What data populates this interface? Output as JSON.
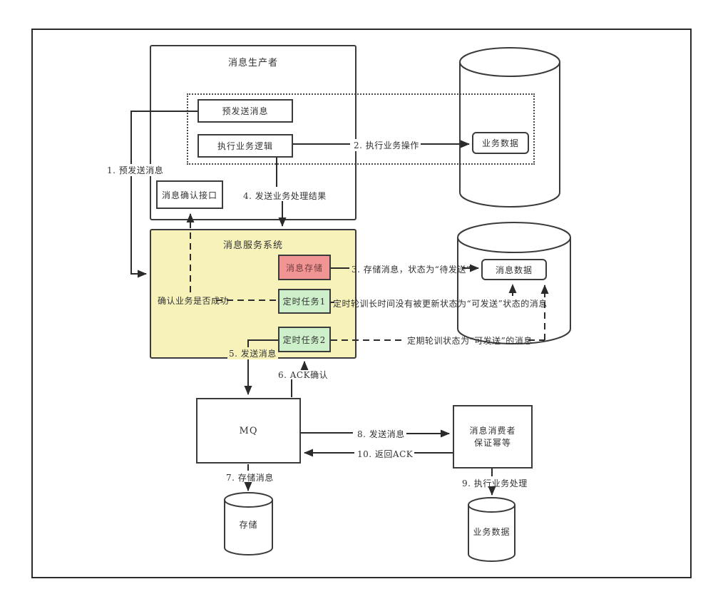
{
  "colors": {
    "service_bg": "#F6F2BA",
    "store_bg": "#F19494",
    "task_bg": "#CDF0CA",
    "store_text": "#6E3C3C",
    "line": "#3b3b3b"
  },
  "producer": {
    "title": "消息生产者",
    "pre_send": "预发送消息",
    "exec_logic": "执行业务逻辑"
  },
  "confirm_api": "消息确认接口",
  "service": {
    "title": "消息服务系统",
    "msg_store": "消息存储",
    "task1": "定时任务1",
    "task2": "定时任务2"
  },
  "databases": {
    "biz_top": "业务数据",
    "msg_data": "消息数据",
    "storage": "存储",
    "biz_bottom": "业务数据"
  },
  "mq": "MQ",
  "consumer": {
    "line1": "消息消费者",
    "line2": "保证幂等"
  },
  "flow_labels": {
    "f1": "1. 预发送消息",
    "f2": "2. 执行业务操作",
    "f3": "3. 存储消息，状态为“待发送”",
    "f4": "4. 发送业务处理结果",
    "f5": "5. 发送消息",
    "f6": "6. ACK确认",
    "f7": "7. 存储消息",
    "f8": "8. 发送消息",
    "f9": "9. 执行业务处理",
    "f10": "10. 返回ACK",
    "confirm_check": "确认业务是否成功",
    "poll_stale": "定时轮训长时间没有被更新状态为“可发送”状态的消息",
    "poll_ready": "定期轮训状态为“可发送”的消息"
  }
}
